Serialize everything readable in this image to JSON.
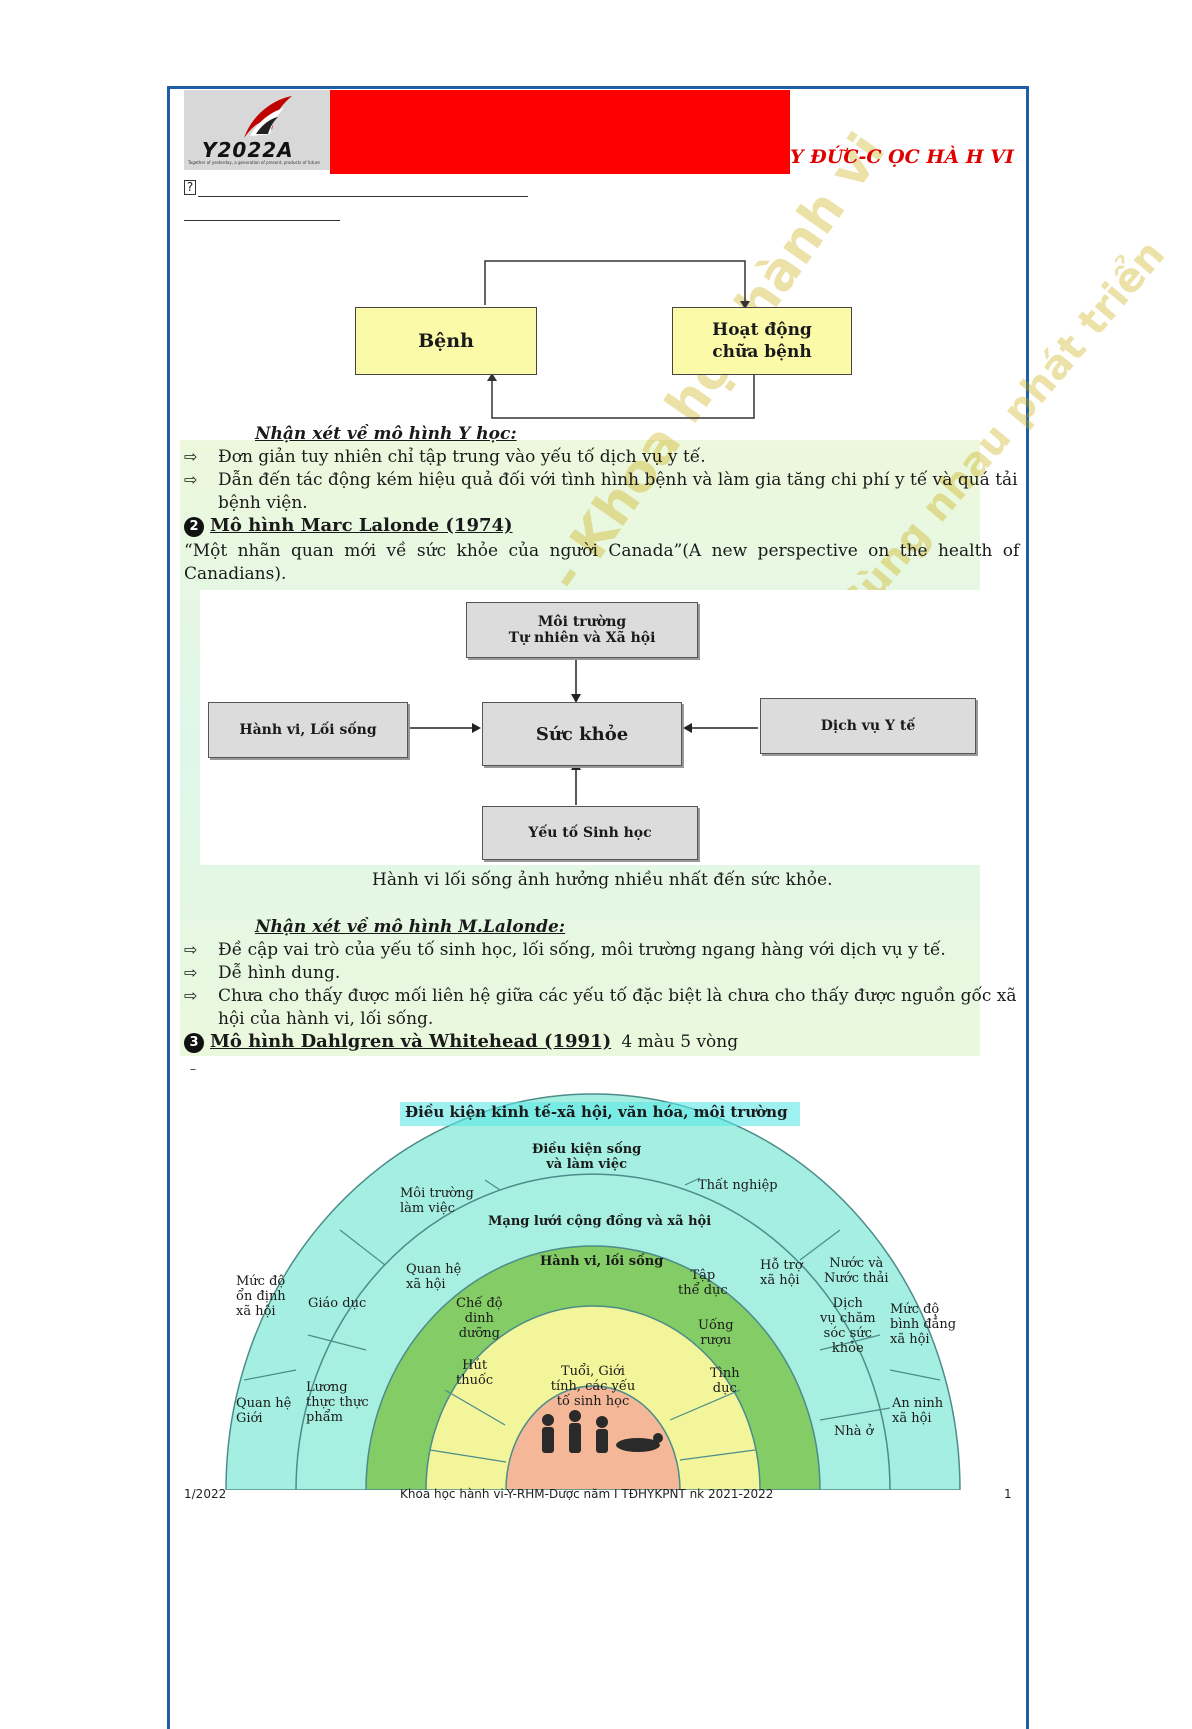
{
  "header": {
    "logo_text": "Y2022A",
    "logo_tagline": "Together of yesterday, a generation of present, products of future",
    "banner_tail": "Y ĐỨC-C   ỌC HÀ H VI",
    "small_icon": "?"
  },
  "diagram1": {
    "left_box": "Bệnh",
    "right_box_line1": "Hoạt động",
    "right_box_line2": "chữa bệnh"
  },
  "comment1": {
    "title": "Nhận xét về mô hình Y học:",
    "bullets": [
      "Đơn giản tuy nhiên chỉ tập trung vào yếu tố dịch vụ y tế.",
      "Dẫn đến tác động kém hiệu quả đối với tình hình bệnh và làm gia tăng chi phí y tế và quá tải",
      "bệnh viện."
    ]
  },
  "section2": {
    "number": "2",
    "title": "Mô hình Marc Lalonde (1974)",
    "quote_line1": "“Một nhãn quan mới về sức khỏe của người Canada”(A new perspective on the health of",
    "quote_line2": "Canadians).",
    "diagram": {
      "top_line1": "Môi trường",
      "top_line2": "Tự nhiên và Xã hội",
      "center": "Sức khỏe",
      "left": "Hành vi, Lối sống",
      "right": "Dịch vụ Y tế",
      "bottom": "Yếu tố Sinh học"
    },
    "caption": "Hành vi lối sống ảnh hưởng nhiều nhất đến sức khỏe."
  },
  "comment2": {
    "title": "Nhận xét về mô hình M.Lalonde:",
    "bullets": [
      "Đề cập vai trò của yếu tố sinh học, lối sống, môi trường ngang hàng với dịch vụ y tế.",
      "Dễ hình dung.",
      "Chưa cho thấy được mối liên hệ giữa các yếu tố đặc biệt là chưa cho thấy được nguồn gốc xã",
      "hội của hành vi, lối sống."
    ]
  },
  "section3": {
    "number": "3",
    "title": "Mô hình Dahlgren và Whitehead (1991)",
    "note": "4 màu 5 vòng",
    "dash": "–"
  },
  "rainbow": {
    "outer_title": "Điều kiện kinh tế-xã hội, văn hóa, môi trường",
    "living_line1": "Điều kiện sống",
    "living_line2": "và làm việc",
    "unemployment": "Thất nghiệp",
    "work_env_line1": "Môi trường",
    "work_env_line2": "làm việc",
    "network": "Mạng lưới cộng đồng và xã hội",
    "water_line1": "Nước và",
    "water_line2": "Nước thải",
    "stability_line1": "Mức độ",
    "stability_line2": "ổn định",
    "stability_line3": "xã hội",
    "education": "Giáo dục",
    "social_rel_line1": "Quan hệ",
    "social_rel_line2": "xã hội",
    "lifestyle": "Hành vi, lối sống",
    "exercise_line1": "Tập",
    "exercise_line2": "thể dục",
    "support_line1": "Hỗ trợ",
    "support_line2": "xã hội",
    "healthcare_line1": "Dịch",
    "healthcare_line2": "vụ chăm",
    "healthcare_line3": "sóc  sức",
    "healthcare_line4": "khỏe",
    "equality_line1": "Mức độ",
    "equality_line2": "bình đẳng",
    "equality_line3": "xã hội",
    "diet_line1": "Chế độ",
    "diet_line2": "dinh",
    "diet_line3": "dưỡng",
    "drinking_line1": "Uống",
    "drinking_line2": "rượu",
    "smoking_line1": "Hút",
    "smoking_line2": "thuốc",
    "sex_line1": "Tình",
    "sex_line2": "dục",
    "core_line1": "Tuổi, Giới",
    "core_line2": "tính, các yếu",
    "core_line3": "tố sinh học",
    "gender_line1": "Quan hệ",
    "gender_line2": "Giới",
    "food_line1": "Lương",
    "food_line2": "thực thực",
    "food_line3": "phẩm",
    "housing": "Nhà ở",
    "security_line1": "An ninh",
    "security_line2": "xã hội"
  },
  "footer": {
    "left": "1/2022",
    "center": "Khoa học hành vi-Y-RHM-Dược năm I TĐHYKPNT nk 2021-2022",
    "right": "1"
  },
  "watermark": {
    "text1": "Y Đức - Khoa học hành vi",
    "text2": "Cùng nhau phát triển"
  }
}
